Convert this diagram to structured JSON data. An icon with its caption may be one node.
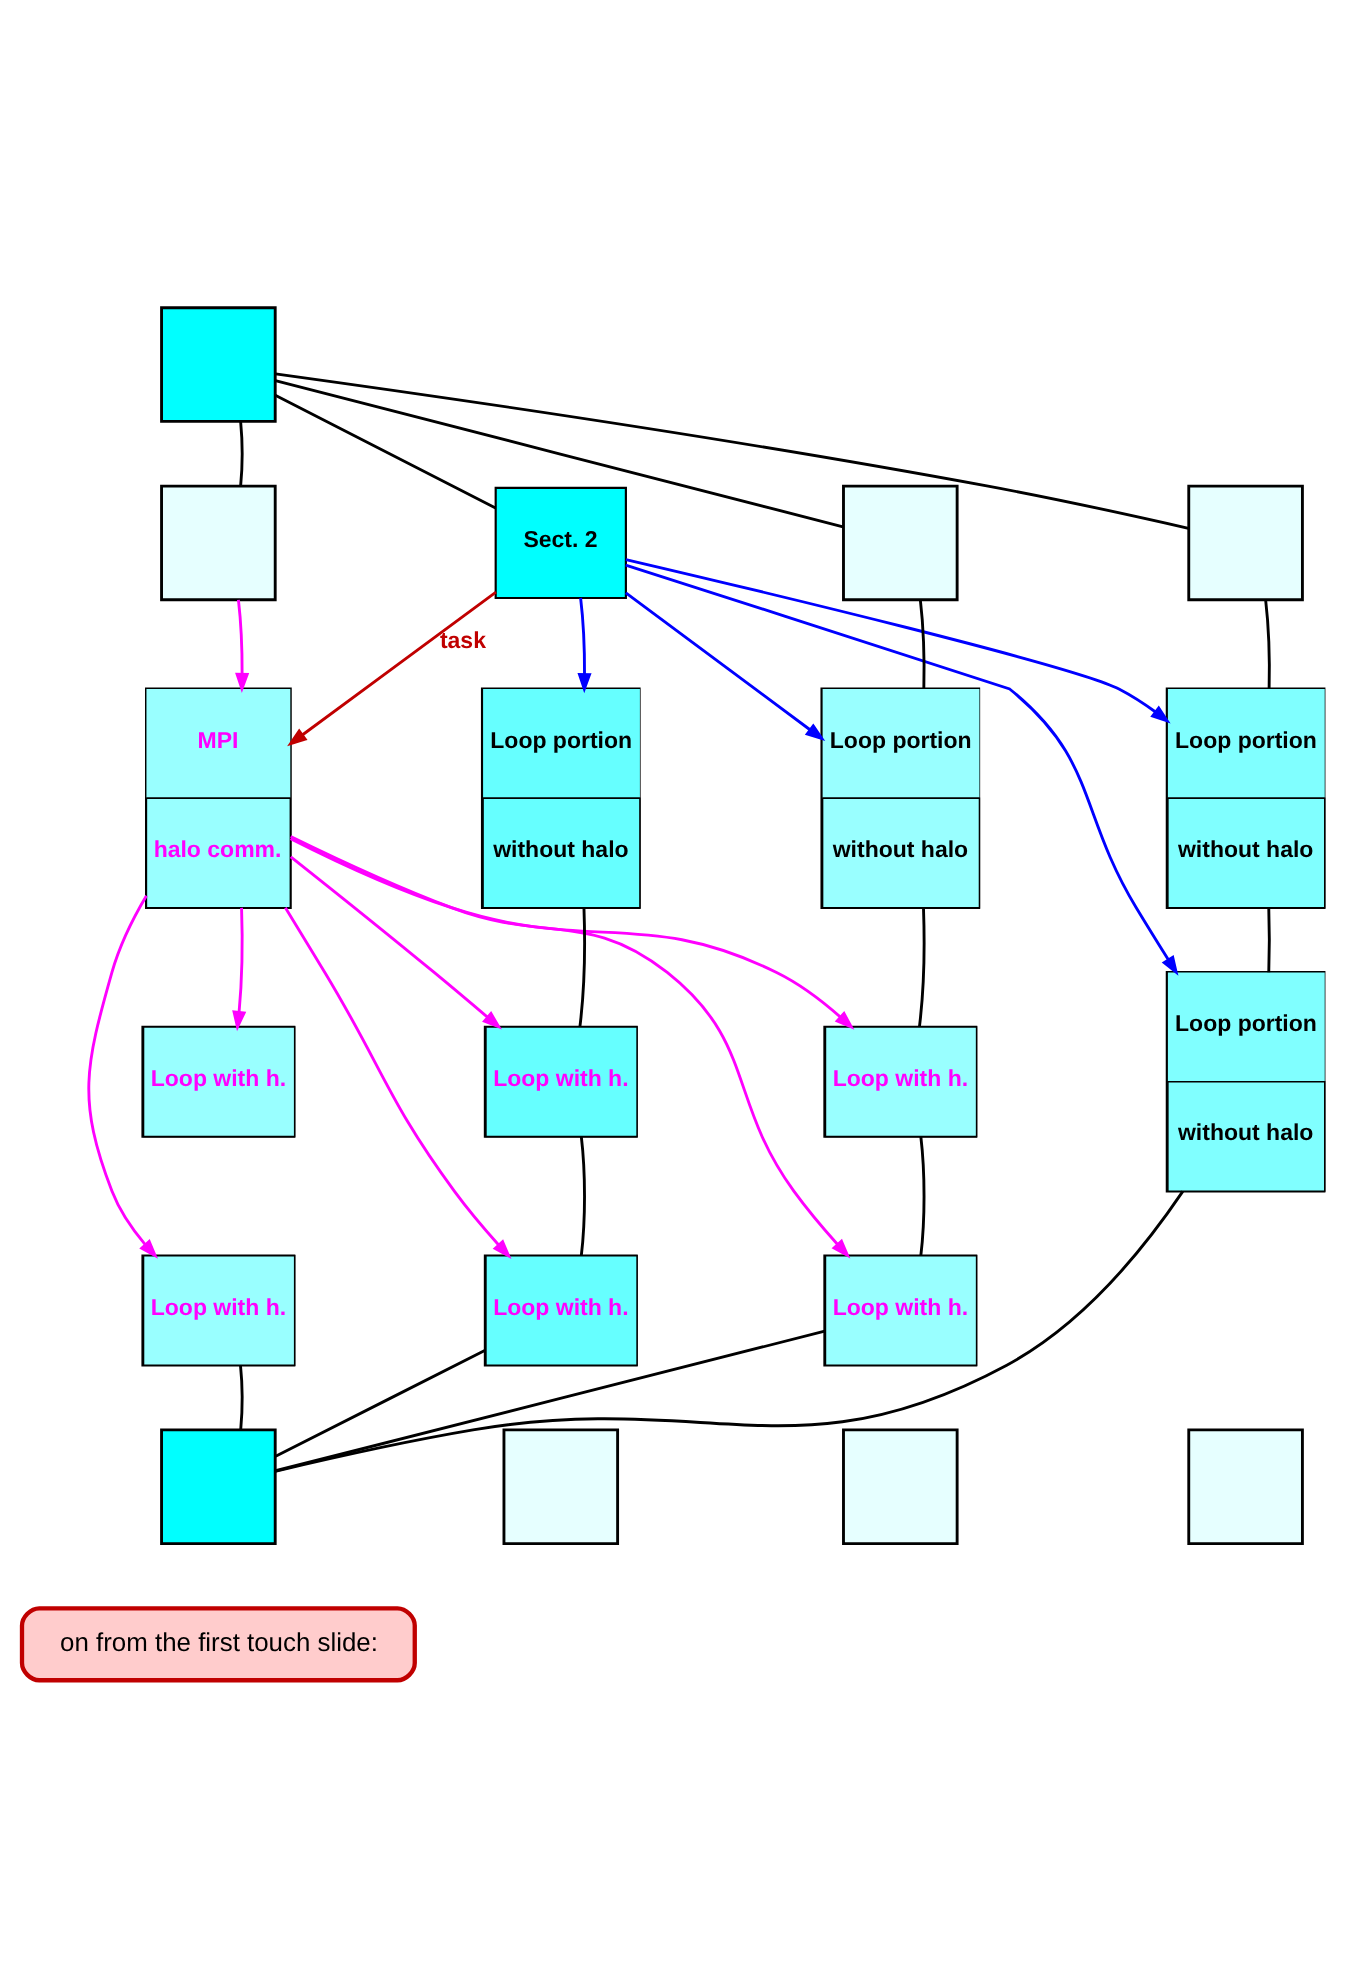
{
  "diagram": {
    "nodes": [
      {
        "text": [],
        "shape": "box"
      },
      {
        "text": [],
        "shape": "box"
      },
      {
        "text": [
          "Sect. 2"
        ]
      },
      {
        "text": [],
        "shape": "box"
      },
      {
        "text": [],
        "shape": "box"
      },
      {
        "text": [
          "MPI",
          "halo comm."
        ]
      },
      {
        "text": [
          "Loop portion",
          "without halo"
        ]
      },
      {
        "text": [
          "Loop portion",
          "without halo"
        ]
      },
      {
        "text": [
          "Loop portion",
          "without halo"
        ]
      },
      {
        "text": [
          "Loop with h."
        ]
      },
      {
        "text": [
          "Loop with h."
        ]
      },
      {
        "text": [
          "Loop with h."
        ]
      },
      {
        "text": [
          "Loop portion",
          "without halo"
        ]
      },
      {
        "text": [
          "Loop with h."
        ]
      },
      {
        "text": [
          "Loop with h."
        ]
      },
      {
        "text": [
          "Loop with h."
        ]
      },
      {
        "text": [],
        "shape": "box"
      },
      {
        "text": [],
        "shape": "box"
      },
      {
        "text": [],
        "shape": "box"
      },
      {
        "text": [],
        "shape": "box"
      },
      {
        "text": [
          "on from the first touch slide:"
        ]
      }
    ],
    "edges": [
      {
        "from": 0,
        "to": 1,
        "arrow": "none"
      },
      {
        "from": 0,
        "to": 2,
        "arrow": "none"
      },
      {
        "from": 0,
        "to": 3,
        "arrow": "none"
      },
      {
        "from": 0,
        "to": 4,
        "arrow": "none"
      },
      {
        "from": 1,
        "to": 5,
        "arrow": "to",
        "color": "#ff00ff"
      },
      {
        "from": 2,
        "to": 5,
        "arrow": "to",
        "label": "task",
        "color": "#c00000"
      },
      {
        "from": 2,
        "to": 6,
        "arrow": "to",
        "color": "#0000ff"
      },
      {
        "from": 2,
        "to": 7,
        "arrow": "to",
        "color": "#0000ff"
      },
      {
        "from": 2,
        "to": 8,
        "arrow": "to",
        "color": "#0000ff"
      },
      {
        "from": 2,
        "to": 12,
        "arrow": "to",
        "color": "#0000ff"
      },
      {
        "from": 3,
        "to": 7,
        "arrow": "none"
      },
      {
        "from": 4,
        "to": 8,
        "arrow": "none"
      },
      {
        "from": 5,
        "to": 9,
        "arrow": "to",
        "color": "#ff00ff"
      },
      {
        "from": 5,
        "to": 10,
        "arrow": "to",
        "color": "#ff00ff"
      },
      {
        "from": 5,
        "to": 11,
        "arrow": "to",
        "color": "#ff00ff"
      },
      {
        "from": 5,
        "to": 13,
        "arrow": "to",
        "color": "#ff00ff"
      },
      {
        "from": 5,
        "to": 14,
        "arrow": "to",
        "color": "#ff00ff"
      },
      {
        "from": 5,
        "to": 15,
        "arrow": "to",
        "color": "#ff00ff"
      },
      {
        "from": 6,
        "to": 10,
        "arrow": "none"
      },
      {
        "from": 7,
        "to": 11,
        "arrow": "none"
      },
      {
        "from": 8,
        "to": 12,
        "arrow": "none"
      },
      {
        "from": 10,
        "to": 14,
        "arrow": "none"
      },
      {
        "from": 11,
        "to": 15,
        "arrow": "none"
      },
      {
        "from": 13,
        "to": 16,
        "arrow": "none"
      },
      {
        "from": 14,
        "to": 16,
        "arrow": "none"
      },
      {
        "from": 15,
        "to": 16,
        "arrow": "none"
      },
      {
        "from": 12,
        "to": 16,
        "arrow": "none"
      }
    ]
  }
}
